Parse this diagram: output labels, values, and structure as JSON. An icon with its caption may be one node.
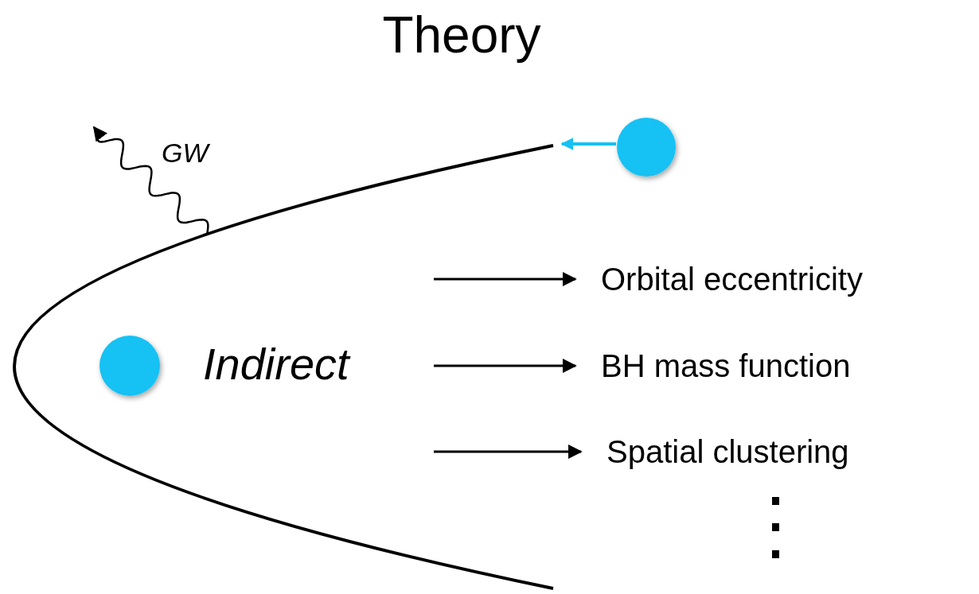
{
  "diagram": {
    "title": "Theory",
    "nodes": [
      {
        "text": [],
        "shape": "circle"
      },
      {
        "text": [],
        "shape": "circle"
      },
      {
        "text": [
          "Indirect"
        ]
      },
      {
        "text": [
          "Orbital eccentricity"
        ]
      },
      {
        "text": [
          "BH mass function"
        ]
      },
      {
        "text": [
          "Spatial clustering"
        ]
      }
    ],
    "edges": [
      {
        "from": null,
        "to": 3,
        "arrow": "to"
      },
      {
        "from": null,
        "to": 4,
        "arrow": "to"
      },
      {
        "from": null,
        "to": 5,
        "arrow": "to"
      }
    ],
    "labels": [
      "GW"
    ]
  }
}
